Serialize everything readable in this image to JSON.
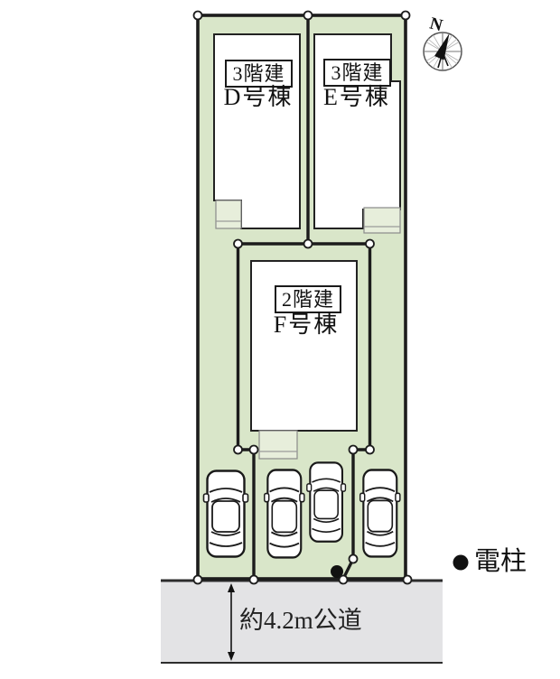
{
  "compass": {
    "label": "N"
  },
  "buildings": [
    {
      "id": "D",
      "floors": "3階建",
      "name": "D号棟"
    },
    {
      "id": "E",
      "floors": "3階建",
      "name": "E号棟"
    },
    {
      "id": "F",
      "floors": "2階建",
      "name": "F号棟"
    }
  ],
  "road": {
    "label": "約4.2m公道"
  },
  "legend": {
    "utility_pole": "電柱"
  },
  "parking": {
    "car_count": 4
  },
  "colors": {
    "site_green": "#d9e6c9",
    "porch_green": "#e7eedb",
    "road_gray": "#e3e3e5",
    "boundary_black": "#1c1c1c"
  }
}
